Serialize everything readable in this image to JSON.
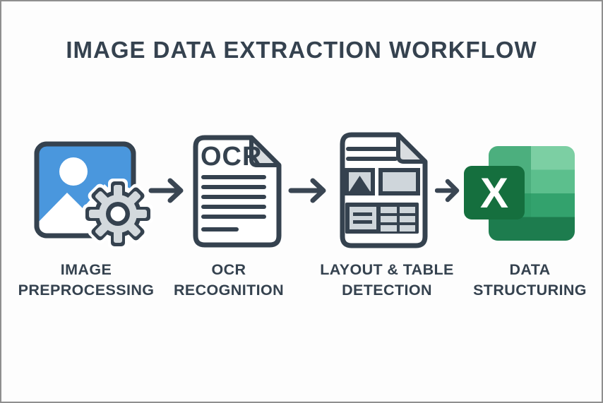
{
  "title": "IMAGE DATA EXTRACTION WORKFLOW",
  "steps": [
    {
      "id": "image-preprocessing",
      "label_line1": "IMAGE",
      "label_line2": "PREPROCESSING"
    },
    {
      "id": "ocr-recognition",
      "label_line1": "OCR",
      "label_line2": "RECOGNITION",
      "document_text": "OCR"
    },
    {
      "id": "layout-table-detection",
      "label_line1": "LAYOUT & TABLE",
      "label_line2": "DETECTION"
    },
    {
      "id": "data-structuring",
      "label_line1": "DATA",
      "label_line2": "STRUCTURING",
      "excel_letter": "X"
    }
  ],
  "colors": {
    "text_dark": "#35424f",
    "outline_dark": "#3a4653",
    "image_blue": "#4a97dd",
    "gear_gray": "#d3d9dd",
    "fold_gray": "#d9dde0",
    "cell_gray": "#cfd6db",
    "excel_x_square": "#156f3e",
    "excel_row1_left": "#4caf7e",
    "excel_row1_right": "#7ccfa3",
    "excel_row2_right": "#5cbf8d",
    "excel_row3_right": "#33a26d",
    "excel_bottom": "#1d7c4e",
    "frame_border": "#8f8f8f",
    "background": "#fdfdfd"
  }
}
